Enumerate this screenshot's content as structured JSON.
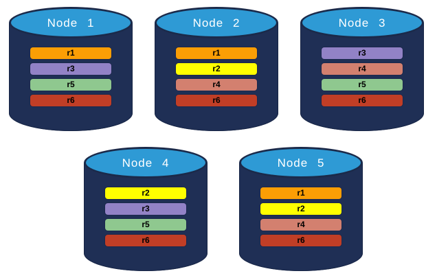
{
  "diagram": {
    "description": "Five database node cylinders holding replica bars"
  },
  "colors": {
    "cylinder_body": "#1f2f55",
    "cylinder_top": "#2e9ad5",
    "cylinder_outline": "#1b2a4a",
    "replicas": {
      "r1": "#fb9e05",
      "r2": "#ffff00",
      "r3": "#9282c6",
      "r4": "#d3806f",
      "r5": "#8fc88f",
      "r6": "#c13e26"
    }
  },
  "nodes": [
    {
      "label": "Node 1",
      "replicas": [
        "r1",
        "r3",
        "r5",
        "r6"
      ]
    },
    {
      "label": "Node 2",
      "replicas": [
        "r1",
        "r2",
        "r4",
        "r6"
      ]
    },
    {
      "label": "Node 3",
      "replicas": [
        "r3",
        "r4",
        "r5",
        "r6"
      ]
    },
    {
      "label": "Node 4",
      "replicas": [
        "r2",
        "r3",
        "r5",
        "r6"
      ]
    },
    {
      "label": "Node 5",
      "replicas": [
        "r1",
        "r2",
        "r4",
        "r6"
      ]
    }
  ]
}
